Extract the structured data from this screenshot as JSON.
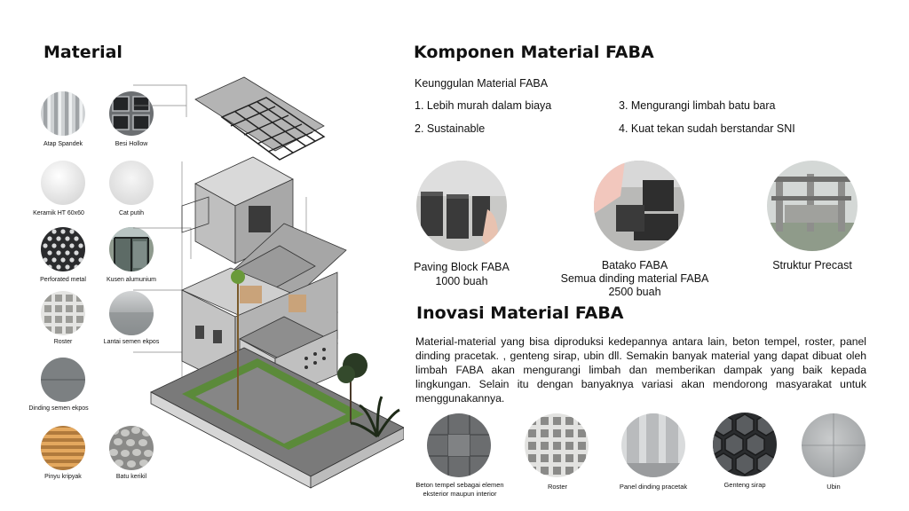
{
  "material": {
    "title": "Material",
    "items": [
      {
        "label": "Atap Spandek",
        "icon": "corrugated-roof-icon"
      },
      {
        "label": "Besi Hollow",
        "icon": "hollow-steel-icon"
      },
      {
        "label": "Keramik HT 60x60",
        "icon": "ceramic-tile-icon"
      },
      {
        "label": "Cat putih",
        "icon": "white-paint-icon"
      },
      {
        "label": "Perforated metal",
        "icon": "perforated-metal-icon"
      },
      {
        "label": "Kusen alumunium",
        "icon": "aluminium-frame-icon"
      },
      {
        "label": "Roster",
        "icon": "roster-block-icon"
      },
      {
        "label": "Lantai semen ekpos",
        "icon": "cement-floor-icon"
      },
      {
        "label": "Dinding semen ekpos",
        "icon": "cement-wall-icon"
      },
      {
        "label": "Pinyu kripyak",
        "icon": "louver-door-icon"
      },
      {
        "label": "Batu kerikil",
        "icon": "gravel-icon"
      }
    ]
  },
  "komponen": {
    "title": "Komponen Material FABA",
    "subtitle": "Keunggulan Material FABA",
    "advantages": [
      "1. Lebih murah dalam biaya",
      "2. Sustainable",
      "3. Mengurangi limbah batu bara",
      "4. Kuat tekan sudah berstandar SNI"
    ],
    "products": [
      {
        "name": "Paving Block FABA",
        "detail": "1000 buah",
        "icon": "paving-block-icon"
      },
      {
        "name": "Batako FABA",
        "detail": "Semua dinding material FABA",
        "extra": "2500 buah",
        "icon": "batako-icon"
      },
      {
        "name": "Struktur Precast",
        "icon": "precast-structure-icon"
      }
    ]
  },
  "inovasi": {
    "title": "Inovasi Material FABA",
    "paragraph": "Material-material yang bisa diproduksi kedepannya antara lain, beton tempel, roster, panel dinding pracetak. , genteng sirap, ubin dll. Semakin banyak material yang dapat dibuat oleh limbah FABA akan mengurangi limbah dan memberikan dampak yang baik kepada lingkungan. Selain itu dengan banyaknya variasi akan mendorong masyarakat untuk menggunakannya.",
    "items": [
      {
        "label": "Beton tempel sebagai elemen eksterior maupun interior",
        "icon": "concrete-panel-icon"
      },
      {
        "label": "Roster",
        "icon": "roster-wall-icon"
      },
      {
        "label": "Panel dinding pracetak",
        "icon": "precast-panel-icon"
      },
      {
        "label": "Genteng sirap",
        "icon": "shingle-roof-icon"
      },
      {
        "label": "Ubin",
        "icon": "floor-tile-icon"
      }
    ]
  }
}
